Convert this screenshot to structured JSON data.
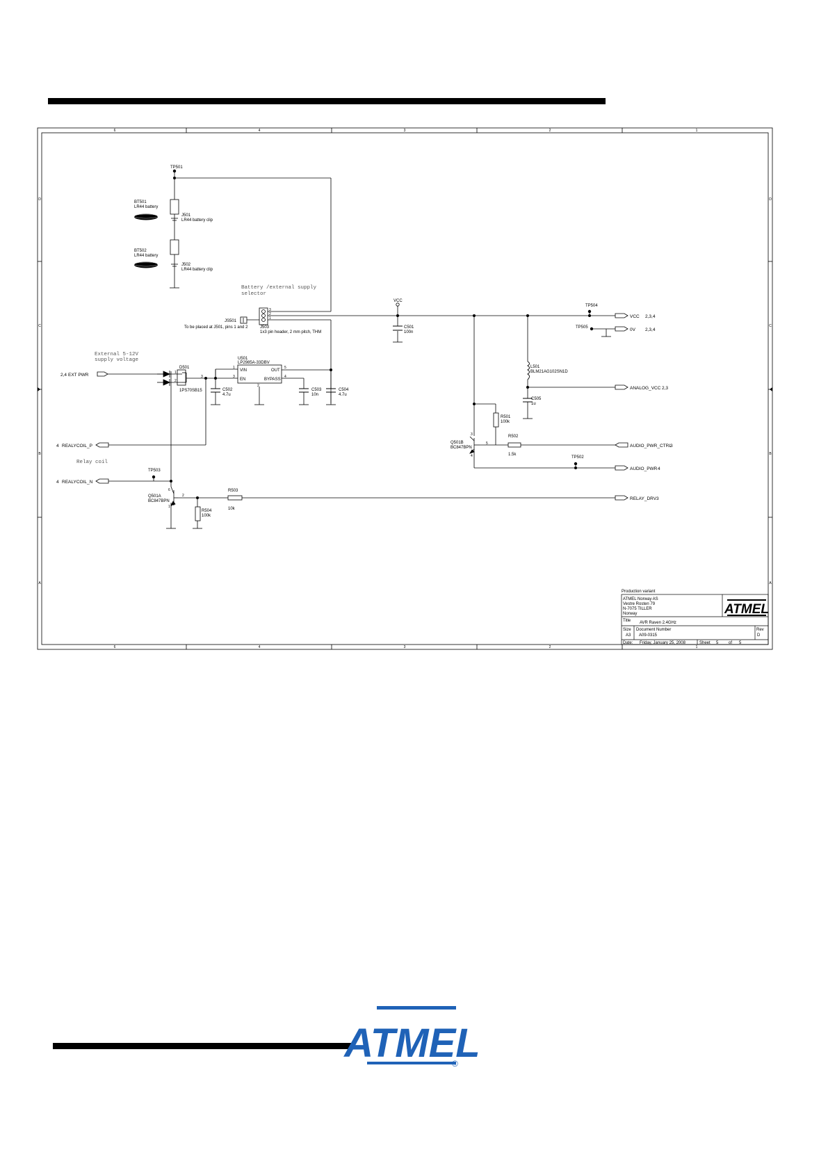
{
  "grid": {
    "top": [
      "6",
      "4",
      "3",
      "2",
      "1"
    ],
    "bottom": [
      "6",
      "4",
      "3",
      "2",
      "1"
    ],
    "left": [
      "D",
      "C",
      "B",
      "A"
    ],
    "right": [
      "D",
      "C",
      "B",
      "A"
    ]
  },
  "notes": {
    "battery_selector_1": "Battery /external supply",
    "battery_selector_2": "selector",
    "external_supply_1": "External 5-12V",
    "external_supply_2": "supply voltage",
    "relay_coil": "Relay coil",
    "placement": "To be placed at J501, pins 1 and 2"
  },
  "components": {
    "tp501": "TP501",
    "bt501": "BT501",
    "bt501_type": "LR44 battery",
    "j501": "J501",
    "j501_type": "LR44 battery clip",
    "bt502": "BT502",
    "bt502_type": "LR44 battery",
    "j502": "J502",
    "j502_type": "LR44 battery clip",
    "js501": "JS501",
    "j503": "J503",
    "j503_type": "1x3 pin header, 2 mm pitch, THM",
    "vcc": "VCC",
    "c501": "C501",
    "c501_val": "100n",
    "tp504": "TP504",
    "tp505": "TP505",
    "d501": "D501",
    "d501_type": "1PS70SB15",
    "u501": "U501",
    "u501_type": "LP2985A-33DBV",
    "vin": "VIN",
    "en": "EN",
    "out": "OUT",
    "bypass": "BYPASS",
    "c502": "C502",
    "c502_val": "4.7u",
    "c503": "C503",
    "c503_val": "10n",
    "c504": "C504",
    "c504_val": "4.7u",
    "l501": "L501",
    "l501_type": "BLM21AG102SN1D",
    "c505": "C505",
    "c505_val": "1u",
    "r501": "R501",
    "r501_val": "100k",
    "q501b": "Q501B",
    "q501b_type": "BC847BPN",
    "r502": "R502",
    "r502_val": "1.5k",
    "tp502": "TP502",
    "tp503": "TP503",
    "q501a": "Q501A",
    "q501a_type": "BC847BPN",
    "r503": "R503",
    "r503_val": "10k",
    "r504": "R504",
    "r504_val": "100k"
  },
  "ports": {
    "vcc": "VCC",
    "vcc_sheets": "2,3,4",
    "gnd": "0V",
    "gnd_sheets": "2,3,4",
    "analog_vcc": "ANALOG_VCC",
    "analog_vcc_sheets": "2,3",
    "audio_pwr_ctrl": "AUDIO_PWR_CTRL",
    "audio_pwr_ctrl_sheets": "3",
    "audio_pwr": "AUDIO_PWR",
    "audio_pwr_sheets": "4",
    "relay_drv": "RELAY_DRV",
    "relay_drv_sheets": "3",
    "ext_pwr": "EXT PWR",
    "ext_pwr_sheets": "2,4",
    "relaycoil_p": "REALYCOIL_P",
    "relaycoil_p_sheets": "4",
    "relaycoil_n": "REALYCOIL_N",
    "relaycoil_n_sheets": "4"
  },
  "title_block": {
    "variant": "Production variant",
    "company": "ATMEL Norway AS",
    "address1": "Vestre Rosten 79",
    "address2": "N-7075 TILLER",
    "country": "Norway",
    "title_label": "Title",
    "title": "AVR Raven 2.4GHz",
    "size_label": "Size",
    "size": "A3",
    "docnum_label": "Document Number",
    "docnum": "A09-0315",
    "rev_label": "Rev",
    "rev": "D",
    "date_label": "Date:",
    "date": "Friday, January 25, 2008",
    "sheet_label": "Sheet",
    "sheet": "5",
    "of_label": "of",
    "of": "5",
    "logo_text": "ATMEL"
  },
  "footer": {
    "logo_text": "ATMEL",
    "registered": "®"
  },
  "colors": {
    "line": "#000000",
    "note": "#555555",
    "logo_blue": "#1f62b7"
  }
}
